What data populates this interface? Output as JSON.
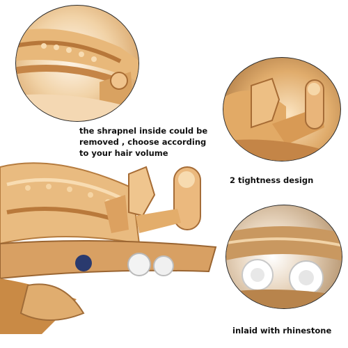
{
  "captions": {
    "shrapnel": "the shrapnel inside could be\nremoved , choose  according\nto your hair volume",
    "tightness": "2 tightness design",
    "rhinestone": "inlaid with rhinestone"
  },
  "colors": {
    "gold_light": "#f6d7a8",
    "gold_mid": "#dca160",
    "gold_dark": "#9a6532",
    "background": "#ffffff"
  }
}
